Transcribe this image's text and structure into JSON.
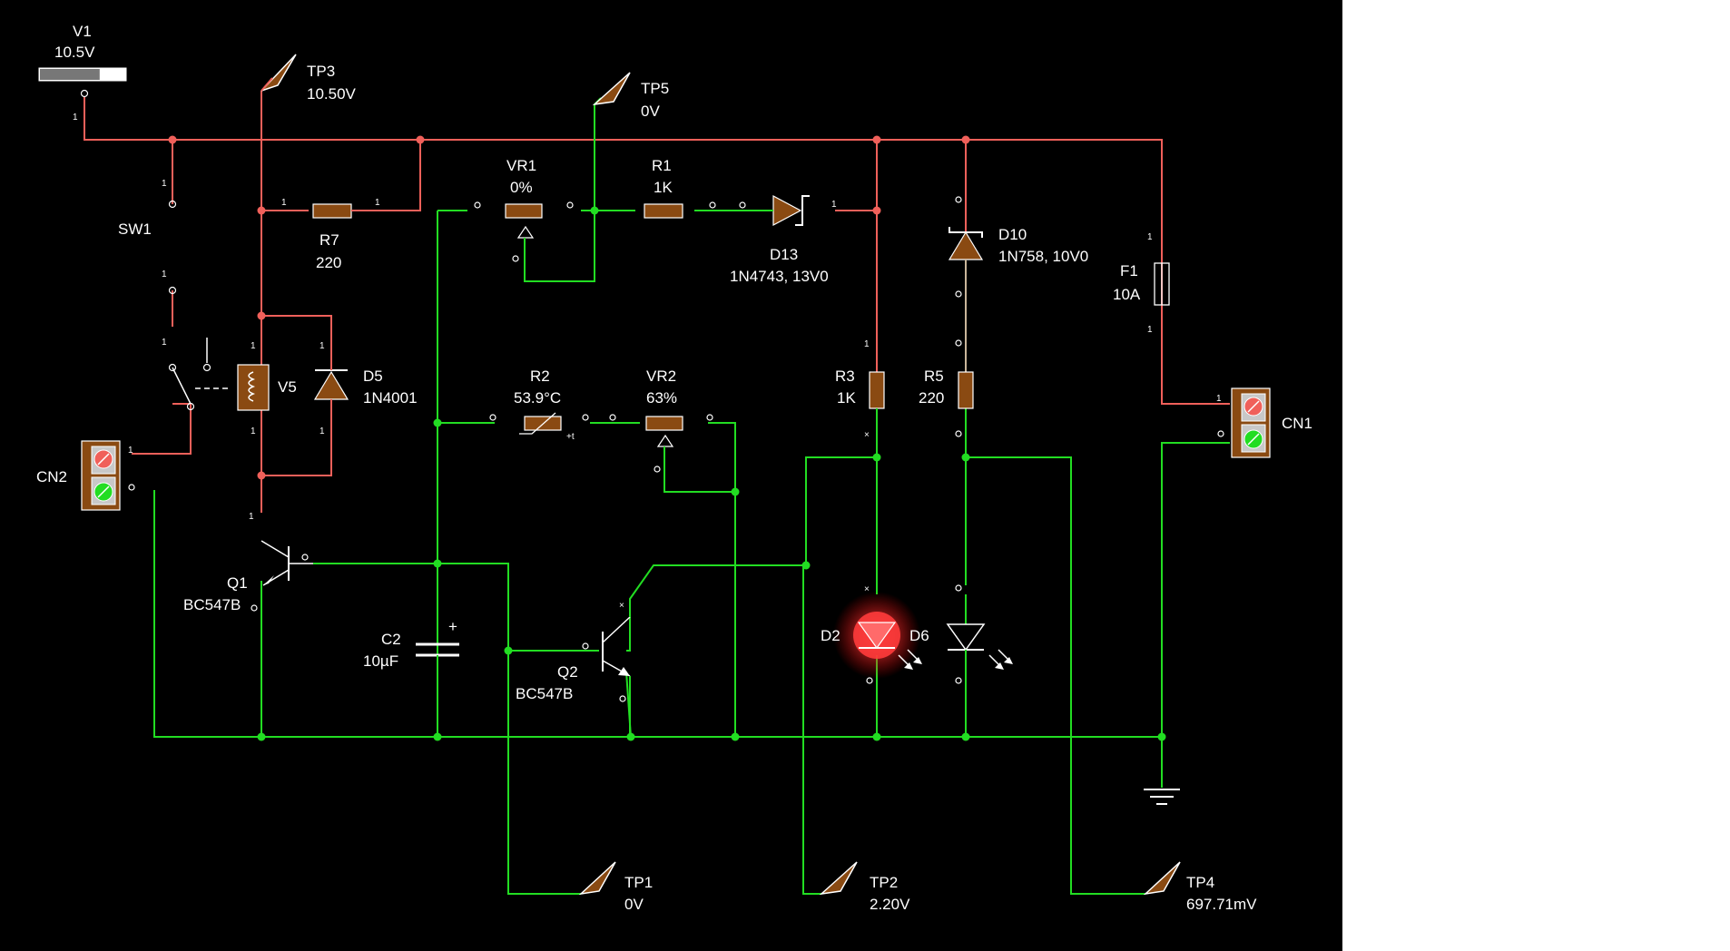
{
  "colors": {
    "background": "#000000",
    "wire_positive": "#f0605a",
    "wire_ground": "#22dd22",
    "component_body": "#8a4a12",
    "led_on": "#ff3b3b",
    "text": "#ffffff"
  },
  "pin_label": "1",
  "components": {
    "v1": {
      "name": "V1",
      "value": "10.5V"
    },
    "sw1": {
      "name": "SW1"
    },
    "r7": {
      "name": "R7",
      "value": "220"
    },
    "v5": {
      "name": "V5"
    },
    "d5": {
      "name": "D5",
      "value": "1N4001"
    },
    "q1": {
      "name": "Q1",
      "value": "BC547B"
    },
    "c2": {
      "name": "C2",
      "value": "10µF",
      "polarity": "+"
    },
    "cn2": {
      "name": "CN2"
    },
    "vr1": {
      "name": "VR1",
      "value": "0%"
    },
    "r1": {
      "name": "R1",
      "value": "1K"
    },
    "d13": {
      "name": "D13",
      "value": "1N4743, 13V0"
    },
    "r2": {
      "name": "R2",
      "value": "53.9°C"
    },
    "vr2": {
      "name": "VR2",
      "value": "63%"
    },
    "q2": {
      "name": "Q2",
      "value": "BC547B"
    },
    "r3": {
      "name": "R3",
      "value": "1K"
    },
    "r5": {
      "name": "R5",
      "value": "220"
    },
    "d10": {
      "name": "D10",
      "value": "1N758, 10V0"
    },
    "f1": {
      "name": "F1",
      "value": "10A"
    },
    "cn1": {
      "name": "CN1"
    },
    "d2": {
      "name": "D2"
    },
    "d6": {
      "name": "D6"
    }
  },
  "test_points": {
    "tp1": {
      "name": "TP1",
      "value": "0V"
    },
    "tp2": {
      "name": "TP2",
      "value": "2.20V"
    },
    "tp3": {
      "name": "TP3",
      "value": "10.50V"
    },
    "tp4": {
      "name": "TP4",
      "value": "697.71mV"
    },
    "tp5": {
      "name": "TP5",
      "value": "0V"
    }
  },
  "state": {
    "v1_slider_level": 0.7,
    "d2_led_lit": true
  },
  "icons": [
    "probe-icon",
    "ground-icon",
    "thermistor-icon",
    "relay-coil-icon",
    "zener-diode-icon",
    "led-icon",
    "screw-terminal-icon",
    "switch-icon"
  ]
}
